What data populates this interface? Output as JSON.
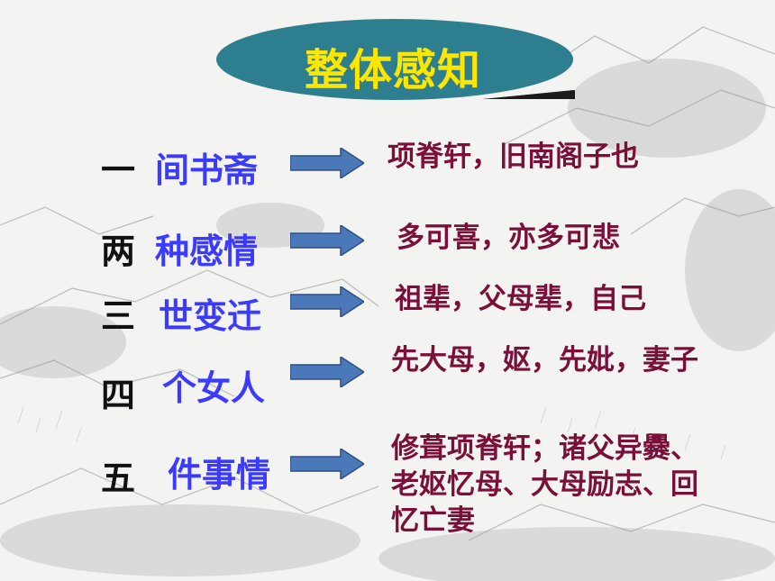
{
  "title": "整体感知",
  "rows": [
    {
      "num": "一",
      "topic": "间书斋",
      "desc": "项脊轩，旧南阁子也"
    },
    {
      "num": "两",
      "topic": "种感情",
      "desc": "多可喜，亦多可悲"
    },
    {
      "num": "三",
      "topic": "世变迁",
      "desc": "祖辈，父母辈，自己"
    },
    {
      "num": "四",
      "topic": "个女人",
      "desc": "先大母，妪，先妣，妻子"
    },
    {
      "num": "五",
      "topic": "件事情",
      "desc": "修葺项脊轩；诸父异爨、老妪忆母、大母励志、回忆亡妻"
    }
  ],
  "colors": {
    "title_bg": "#2d7f8f",
    "title_text": "#ffe600",
    "number": "#111111",
    "topic": "#3b3bff",
    "arrow": "#4a78b8",
    "desc": "#7a0f3a"
  }
}
